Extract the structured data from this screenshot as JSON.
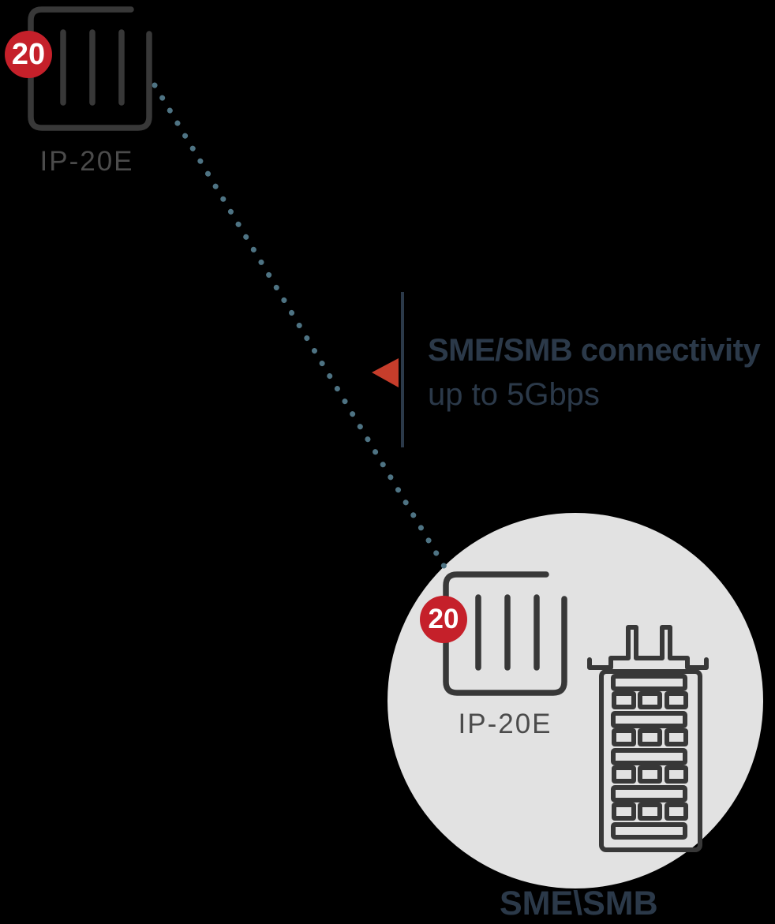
{
  "canvas": {
    "background": "#000000"
  },
  "top_node": {
    "badge_count": "20",
    "label": "IP-20E"
  },
  "link": {
    "style": "dotted"
  },
  "annotation": {
    "title": "SME/SMB connectivity",
    "subtitle": "up to 5Gbps"
  },
  "detail_circle": {
    "node": {
      "badge_count": "20",
      "label": "IP-20E"
    },
    "building_label": "SME\\SMB"
  },
  "colors": {
    "badge_red": "#c5202a",
    "arrow_red": "#c63d2b",
    "dotted_link": "#4e7383",
    "icon_stroke": "#383838",
    "navy_text": "#2b3949",
    "circle_fill": "#e2e2e2",
    "label_gray": "#4b4b4b"
  }
}
